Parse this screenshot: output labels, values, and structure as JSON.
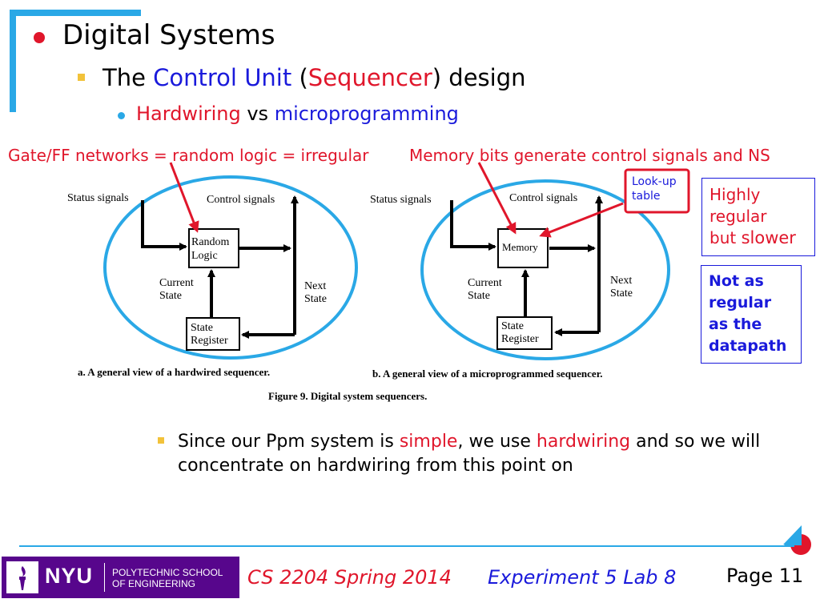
{
  "slide": {
    "bullet1": "Digital Systems",
    "bullet2": {
      "a": "The ",
      "b": "Control Unit",
      "c": " (",
      "d": "Sequencer",
      "e": ") design"
    },
    "bullet3": {
      "a": "Hardwiring",
      "b": " vs ",
      "c": "microprogramming"
    },
    "caption_left": "Gate/FF networks = random logic = irregular",
    "caption_right": "Memory bits generate control signals and NS",
    "lookup": [
      "Look-up",
      "table"
    ],
    "note1": {
      "a": "Highly",
      "b": "regular",
      "c": "but ",
      "d": "slower"
    },
    "note2": [
      "Not as",
      "regular",
      "as the",
      "datapath"
    ]
  },
  "diagram": {
    "left": {
      "status": "Status signals",
      "control": "Control signals",
      "block": [
        "Random",
        "Logic"
      ],
      "current": [
        "Current",
        "State"
      ],
      "next": [
        "Next",
        "State"
      ],
      "register": [
        "State",
        "Register"
      ],
      "caption": "a. A general view of a hardwired sequencer."
    },
    "right": {
      "status": "Status signals",
      "control": "Control signals",
      "block": "Memory",
      "current": [
        "Current",
        "State"
      ],
      "next": [
        "Next",
        "State"
      ],
      "register": [
        "State",
        "Register"
      ],
      "caption": "b. A general view of a microprogrammed sequencer."
    },
    "figure": "Figure 9. Digital system sequencers."
  },
  "bottom": {
    "a": "Since our Ppm system is ",
    "b": "simple",
    "c": ", we use ",
    "d": "hardwiring",
    "e": " and so we will concentrate on hardwiring from this point on"
  },
  "footer": {
    "logo_nyu": "NYU",
    "logo_school": [
      "POLYTECHNIC SCHOOL",
      "OF ENGINEERING"
    ],
    "course": "CS 2204 Spring 2014",
    "experiment": "Experiment 5 Lab 8",
    "page": "Page 11"
  },
  "colors": {
    "accent_red": "#e0162b",
    "accent_blue": "#1a1adb",
    "cyan": "#2aa8e6",
    "nyu_purple": "#57068c"
  }
}
